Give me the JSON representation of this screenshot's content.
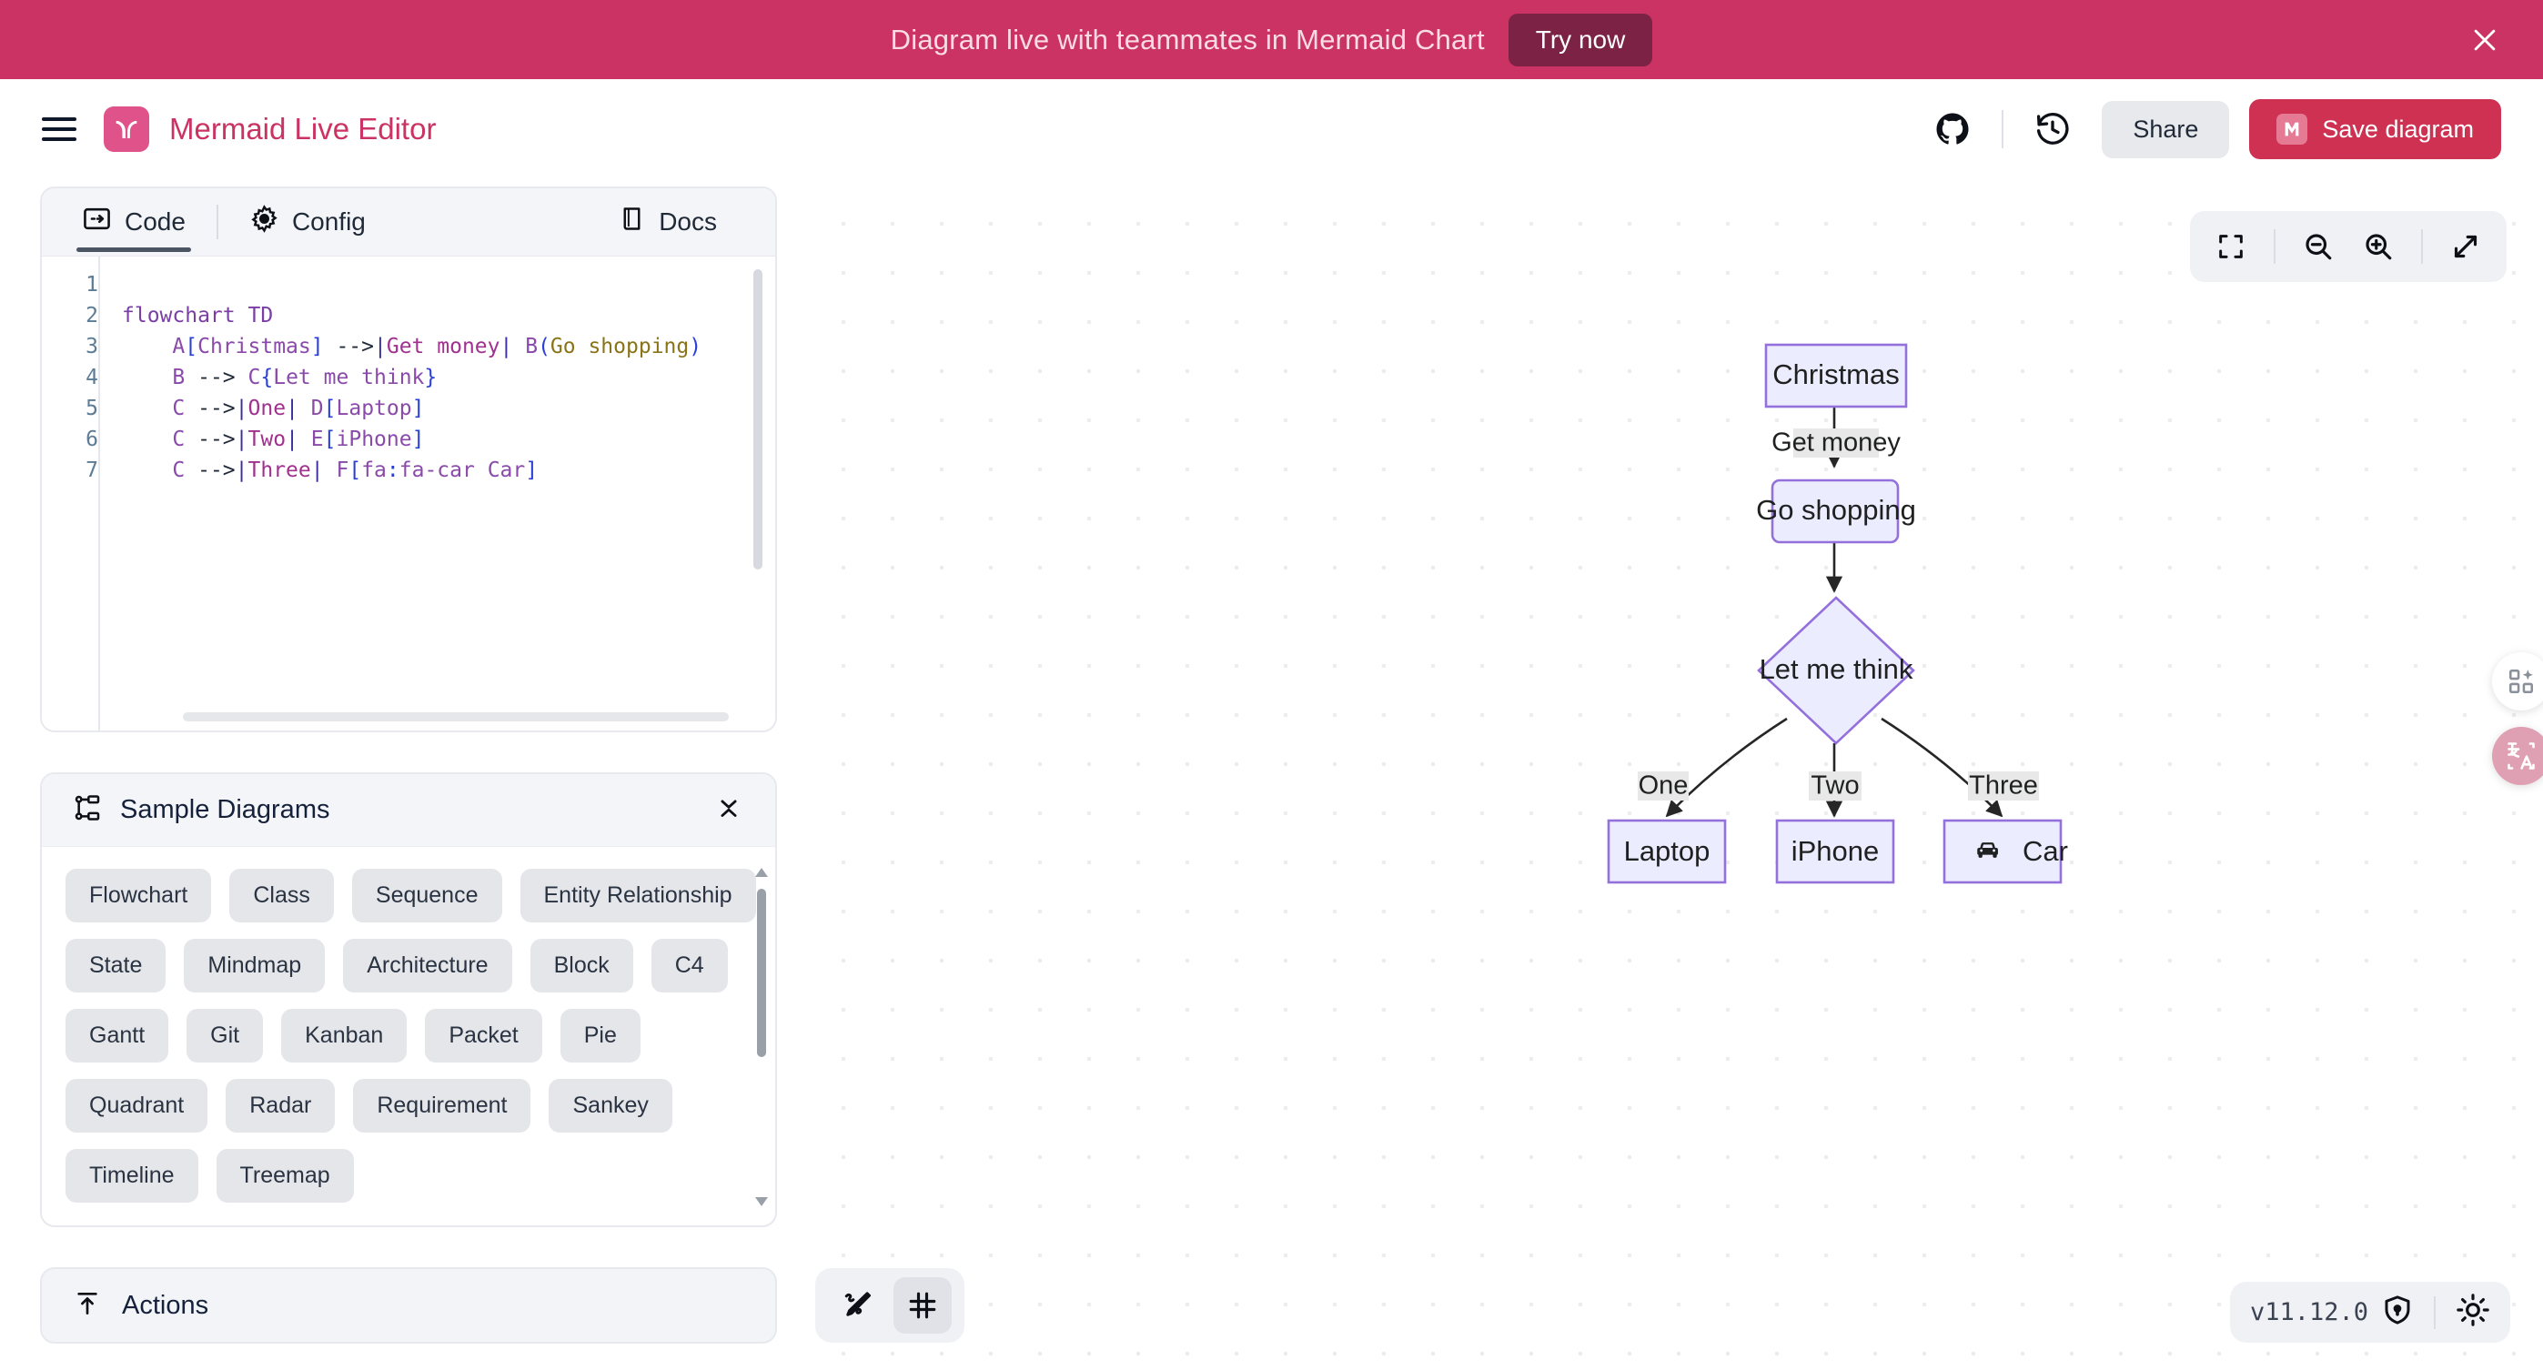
{
  "banner": {
    "text": "Diagram live with teammates in Mermaid Chart",
    "cta_label": "Try now",
    "close_icon": "close-icon",
    "bg_color": "#ca3363"
  },
  "header": {
    "menu_icon": "hamburger-menu-icon",
    "logo_icon": "mermaid-logo-icon",
    "app_title": "Mermaid Live Editor",
    "title_color": "#ca3363",
    "github_icon": "github-icon",
    "history_icon": "history-clock-icon",
    "share_label": "Share",
    "save_label": "Save diagram",
    "save_icon": "mermaid-chart-icon",
    "save_color": "#cf3152"
  },
  "editor": {
    "tabs": [
      {
        "label": "Code",
        "icon": "code-arrow-icon",
        "active": true
      },
      {
        "label": "Config",
        "icon": "gear-icon",
        "active": false
      }
    ],
    "docs_label": "Docs",
    "docs_icon": "book-icon",
    "line_numbers": [
      "1",
      "2",
      "3",
      "4",
      "5",
      "6",
      "7"
    ],
    "code_text": "flowchart TD\n    A[Christmas] -->|Get money| B(Go shopping)\n    B --> C{Let me think}\n    C -->|One| D[Laptop]\n    C -->|Two| E[iPhone]\n    C -->|Three| F[fa:fa-car Car]\n"
  },
  "samples": {
    "title": "Sample Diagrams",
    "icon": "diagram-tree-icon",
    "collapse_icon": "chevron-expand-icon",
    "items": [
      "Flowchart",
      "Class",
      "Sequence",
      "Entity Relationship",
      "State",
      "Mindmap",
      "Architecture",
      "Block",
      "C4",
      "Gantt",
      "Git",
      "Kanban",
      "Packet",
      "Pie",
      "Quadrant",
      "Radar",
      "Requirement",
      "Sankey",
      "Timeline",
      "Treemap"
    ]
  },
  "actions": {
    "title": "Actions",
    "icon": "export-upload-icon"
  },
  "view_toolbar": {
    "buttons": [
      {
        "name": "fit-to-screen-button",
        "icon": "fit-brackets-icon"
      },
      {
        "name": "zoom-out-button",
        "icon": "zoom-out-icon"
      },
      {
        "name": "zoom-in-button",
        "icon": "zoom-in-icon"
      },
      {
        "name": "fullscreen-button",
        "icon": "expand-diagonal-icon"
      }
    ]
  },
  "mode_toolbar": {
    "buttons": [
      {
        "name": "rough-sketch-toggle",
        "icon": "pencil-sketch-icon",
        "active": false
      },
      {
        "name": "grid-toggle",
        "icon": "grid-icon",
        "active": true
      }
    ]
  },
  "status_bar": {
    "version": "v11.12.0",
    "security_icon": "shield-lock-icon",
    "theme_icon": "sun-icon"
  },
  "float_buttons": [
    {
      "name": "ai-assistant-button",
      "icon": "sparkle-grid-icon",
      "color": "#ffffff"
    },
    {
      "name": "translate-button",
      "icon": "translate-icon",
      "color": "#e0a0b4"
    }
  ],
  "diagram": {
    "type": "flowchart",
    "direction": "TD",
    "node_fill": "#ececff",
    "node_stroke": "#9370db",
    "nodes": [
      {
        "id": "A",
        "label": "Christmas",
        "shape": "rect"
      },
      {
        "id": "B",
        "label": "Go shopping",
        "shape": "round"
      },
      {
        "id": "C",
        "label": "Let me think",
        "shape": "diamond"
      },
      {
        "id": "D",
        "label": "Laptop",
        "shape": "rect"
      },
      {
        "id": "E",
        "label": "iPhone",
        "shape": "rect"
      },
      {
        "id": "F",
        "label": "Car",
        "shape": "rect",
        "icon": "car-icon"
      }
    ],
    "edges": [
      {
        "from": "A",
        "to": "B",
        "label": "Get money"
      },
      {
        "from": "B",
        "to": "C",
        "label": ""
      },
      {
        "from": "C",
        "to": "D",
        "label": "One"
      },
      {
        "from": "C",
        "to": "E",
        "label": "Two"
      },
      {
        "from": "C",
        "to": "F",
        "label": "Three"
      }
    ]
  }
}
